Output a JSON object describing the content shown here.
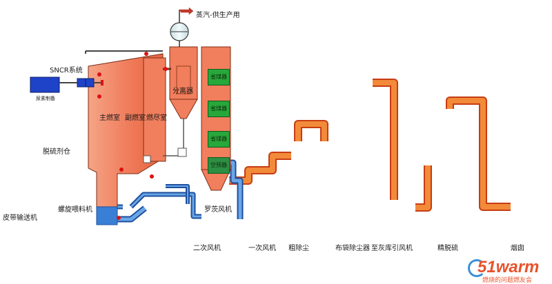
{
  "labels": {
    "steam": "蒸汽-供生产用",
    "sncr": "SNCR系统",
    "urea_prep": "尿素制备",
    "main_chamber": "主燃室",
    "sub_chamber": "副燃室",
    "burnout_chamber": "燃尽室",
    "separator": "分离器",
    "economizer_1": "省煤器",
    "economizer_2": "省煤器",
    "economizer_3": "省煤器",
    "air_preheater": "空预器",
    "desulfurizer_bin": "脱硫剂仓",
    "screw_feeder": "螺旋喂料机",
    "belt_conveyor": "皮带输送机",
    "loop_seal_fan": "罗茨风机",
    "secondary_fan": "二次风机",
    "primary_fan": "一次风机",
    "coarse_dust": "粗除尘",
    "bag_filter": "布袋除尘器",
    "to_ash_silo": "至灰库",
    "id_fan": "引风机",
    "fine_desulfurization": "精脱硫",
    "chimney": "烟囱"
  },
  "logo": {
    "brand": "51warm",
    "tagline": "燃烧的问题燃友会"
  },
  "colors": {
    "boiler": "#f07d5a",
    "flue_duct": "#f26a1b",
    "air_duct": "#3a7fd6",
    "equipment_light": "#e6f3f6",
    "chimney": "#8fd0cc",
    "economizer": "#27a83a",
    "sncr_box": "#1f43c8"
  }
}
